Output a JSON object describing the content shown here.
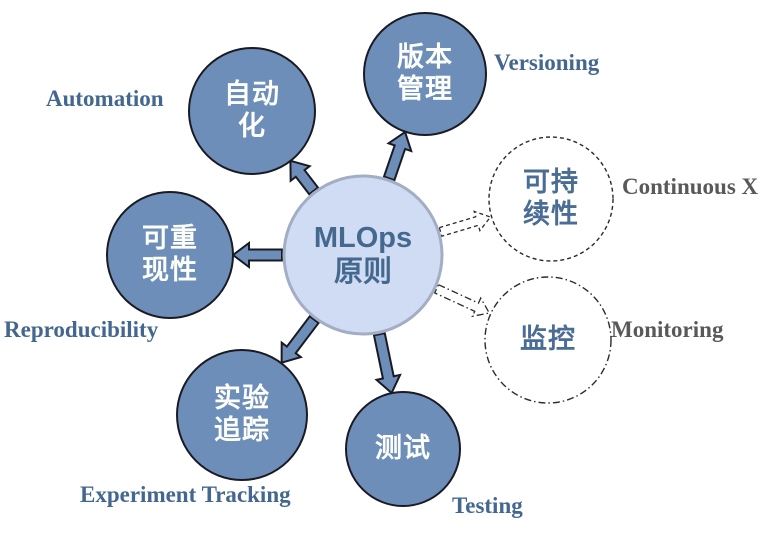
{
  "diagram_title": "MLOps principles hub-and-spoke diagram",
  "center_node": {
    "line1": "MLOps",
    "line2": "原则"
  },
  "nodes": {
    "automation": {
      "zh_lines": [
        "自动",
        "化"
      ],
      "en": "Automation",
      "style": "solid"
    },
    "versioning": {
      "zh_lines": [
        "版本",
        "管理"
      ],
      "en": "Versioning",
      "style": "solid"
    },
    "reproducibility": {
      "zh_lines": [
        "可重",
        "现性"
      ],
      "en": "Reproducibility",
      "style": "solid"
    },
    "experiment_tracking": {
      "zh_lines": [
        "实验",
        "追踪"
      ],
      "en": "Experiment Tracking",
      "style": "solid"
    },
    "testing": {
      "zh_lines": [
        "测试"
      ],
      "en": "Testing",
      "style": "solid"
    },
    "continuous_x": {
      "zh_lines": [
        "可持",
        "续性"
      ],
      "en": "Continuous X",
      "style": "dashed"
    },
    "monitoring": {
      "zh_lines": [
        "监控"
      ],
      "en": "Monitoring",
      "style": "dash-dot"
    }
  },
  "colors": {
    "solid_circle_fill": "#6d8eb8",
    "solid_circle_stroke": "#1a1a24",
    "center_circle_fill": "#cfdcf3",
    "center_circle_stroke": "#a3aec4",
    "center_text": "#45688e",
    "circle_text_white": "#fdfdfa",
    "dashed_circle_text": "#4a6d96",
    "english_blue": "#44678f",
    "english_gray": "#595959",
    "background": "#ffffff"
  }
}
